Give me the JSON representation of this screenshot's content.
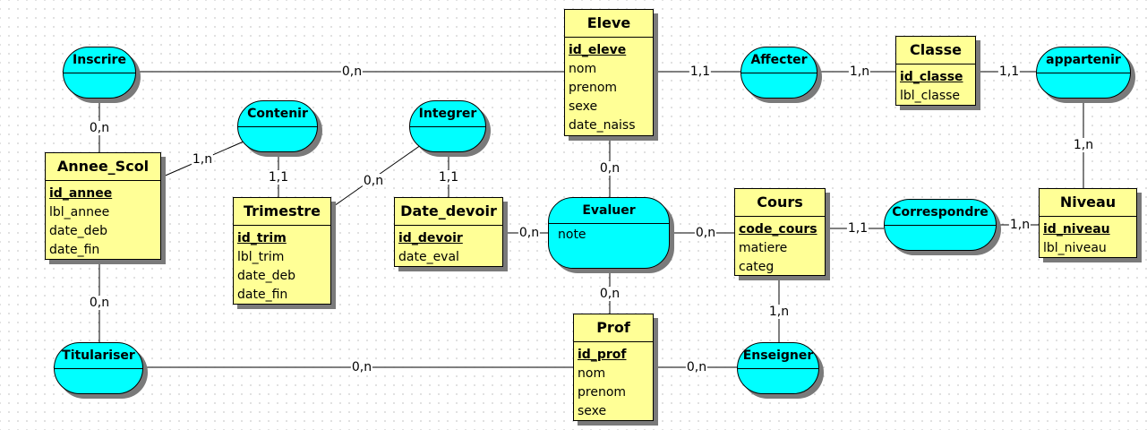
{
  "entities": {
    "eleve": {
      "name": "Eleve",
      "attributes": [
        "id_eleve",
        "nom",
        "prenom",
        "sexe",
        "date_naiss"
      ]
    },
    "classe": {
      "name": "Classe",
      "attributes": [
        "id_classe",
        "lbl_classe"
      ]
    },
    "annee": {
      "name": "Annee_Scol",
      "attributes": [
        "id_annee",
        "lbl_annee",
        "date_deb",
        "date_fin"
      ]
    },
    "trimestre": {
      "name": "Trimestre",
      "attributes": [
        "id_trim",
        "lbl_trim",
        "date_deb",
        "date_fin"
      ]
    },
    "devoir": {
      "name": "Date_devoir",
      "attributes": [
        "id_devoir",
        "date_eval"
      ]
    },
    "cours": {
      "name": "Cours",
      "attributes": [
        "code_cours",
        "matiere",
        "categ"
      ]
    },
    "niveau": {
      "name": "Niveau",
      "attributes": [
        "id_niveau",
        "lbl_niveau"
      ]
    },
    "prof": {
      "name": "Prof",
      "attributes": [
        "id_prof",
        "nom",
        "prenom",
        "sexe"
      ]
    }
  },
  "associations": {
    "inscrire": {
      "name": "Inscrire"
    },
    "affecter": {
      "name": "Affecter"
    },
    "appartenir": {
      "name": "appartenir"
    },
    "contenir": {
      "name": "Contenir"
    },
    "integrer": {
      "name": "Integrer"
    },
    "evaluer": {
      "name": "Evaluer",
      "attribute": "note"
    },
    "correspondre": {
      "name": "Correspondre"
    },
    "titulariser": {
      "name": "Titulariser"
    },
    "enseigner": {
      "name": "Enseigner"
    }
  },
  "cardinalities": {
    "inscrire_eleve": "0,n",
    "inscrire_annee": "0,n",
    "affecter_eleve": "1,1",
    "affecter_classe": "1,n",
    "appartenir_classe": "1,1",
    "appartenir_niveau": "1,n",
    "contenir_annee": "1,n",
    "contenir_trim": "1,1",
    "integrer_trim": "0,n",
    "integrer_devoir": "1,1",
    "evaluer_eleve": "0,n",
    "evaluer_devoir": "0,n",
    "evaluer_cours": "0,n",
    "evaluer_prof": "0,n",
    "correspondre_cours": "1,1",
    "correspondre_niveau": "1,n",
    "titulariser_annee": "0,n",
    "titulariser_prof": "0,n",
    "enseigner_prof": "0,n",
    "enseigner_cours": "1,n"
  }
}
